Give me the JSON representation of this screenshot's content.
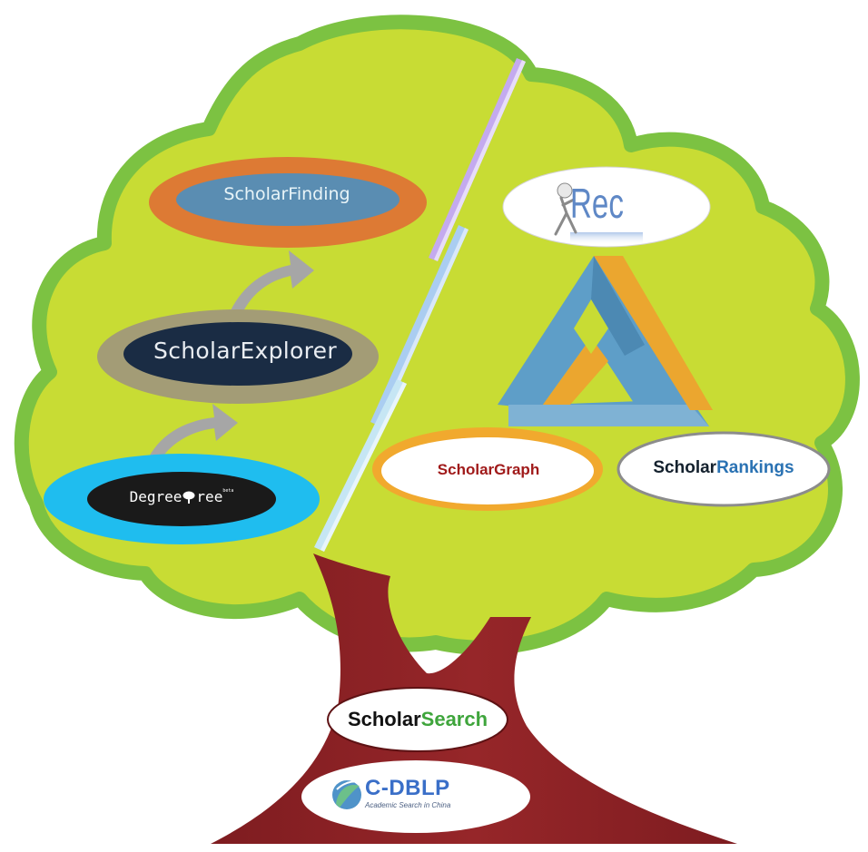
{
  "diagram": {
    "top_branch": {
      "scholar_finding": "ScholarFinding",
      "scholar_explorer": "ScholarExplorer",
      "degree_tree": {
        "part1": "Degree",
        "part2": "ree",
        "mark": "beta"
      }
    },
    "right_branch": {
      "rec": "Rec",
      "scholar_graph": "ScholarGraph",
      "scholar_rankings": {
        "part1": "Scholar",
        "part2": "Rankings"
      }
    },
    "trunk": {
      "scholar_search": {
        "part1": "Scholar",
        "part2": "Search"
      },
      "c_dblp": {
        "name": "C-DBLP",
        "tagline": "Academic Search in China"
      }
    }
  },
  "colors": {
    "canopy_fill": "#c8dc34",
    "canopy_border": "#7cc242",
    "trunk": "#8e2226",
    "finding_ring": "#dd7a34",
    "finding_inner": "#5a8db2",
    "explorer_ring": "#a39c76",
    "explorer_inner": "#1a2c44",
    "degree_ring": "#1fbdef",
    "degree_inner": "#1a1a1a",
    "graph_ring": "#f1a92e",
    "arrow": "#a6a6a6",
    "triangle_blue": "#5e9ec8",
    "triangle_orange": "#eba62f"
  }
}
